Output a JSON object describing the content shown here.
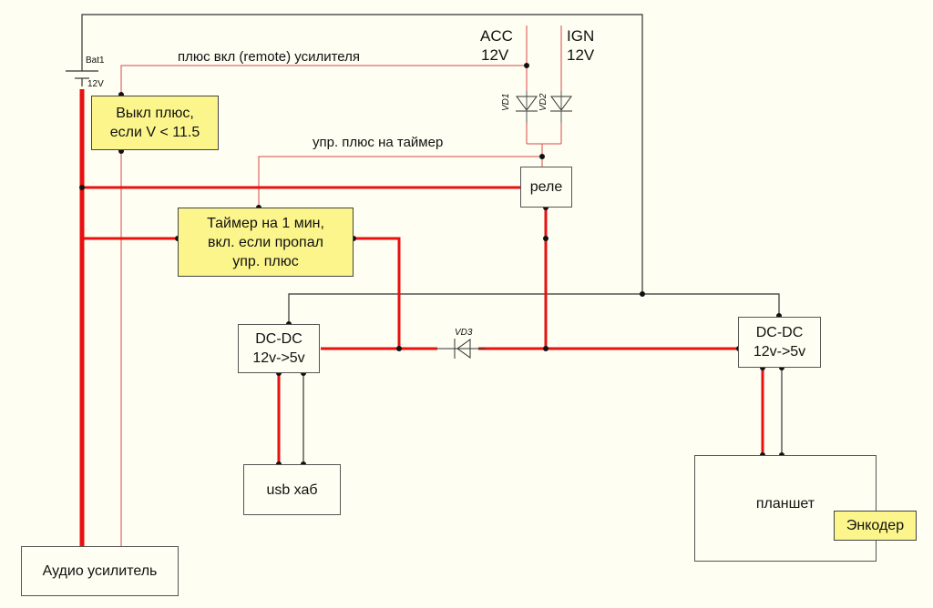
{
  "battery": {
    "name": "Bat1",
    "voltage": "12V"
  },
  "sources": {
    "acc": {
      "name": "ACC",
      "voltage": "12V"
    },
    "ign": {
      "name": "IGN",
      "voltage": "12V"
    }
  },
  "wire_labels": {
    "remote": "плюс вкл (remote) усилителя",
    "timer_control": "упр. плюс на таймер"
  },
  "diodes": {
    "vd1": "VD1",
    "vd2": "VD2",
    "vd3": "VD3"
  },
  "blocks": {
    "cutoff": {
      "line1": "Выкл плюс,",
      "line2": "если V < 11.5"
    },
    "relay": "реле",
    "timer": {
      "line1": "Таймер на 1 мин,",
      "line2": "вкл. если пропал",
      "line3": "упр. плюс"
    },
    "dcdc_left": {
      "line1": "DC-DC",
      "line2": "12v->5v"
    },
    "dcdc_right": {
      "line1": "DC-DC",
      "line2": "12v->5v"
    },
    "usb_hub": "usb хаб",
    "tablet": "планшет",
    "encoder": "Энкодер",
    "amplifier": "Аудио усилитель"
  },
  "colors": {
    "background": "#fefef2",
    "power_wire": "#e81010",
    "thin_red_wire": "#d84848",
    "ground_wire": "#333333",
    "highlight_block": "#fbf58c"
  }
}
